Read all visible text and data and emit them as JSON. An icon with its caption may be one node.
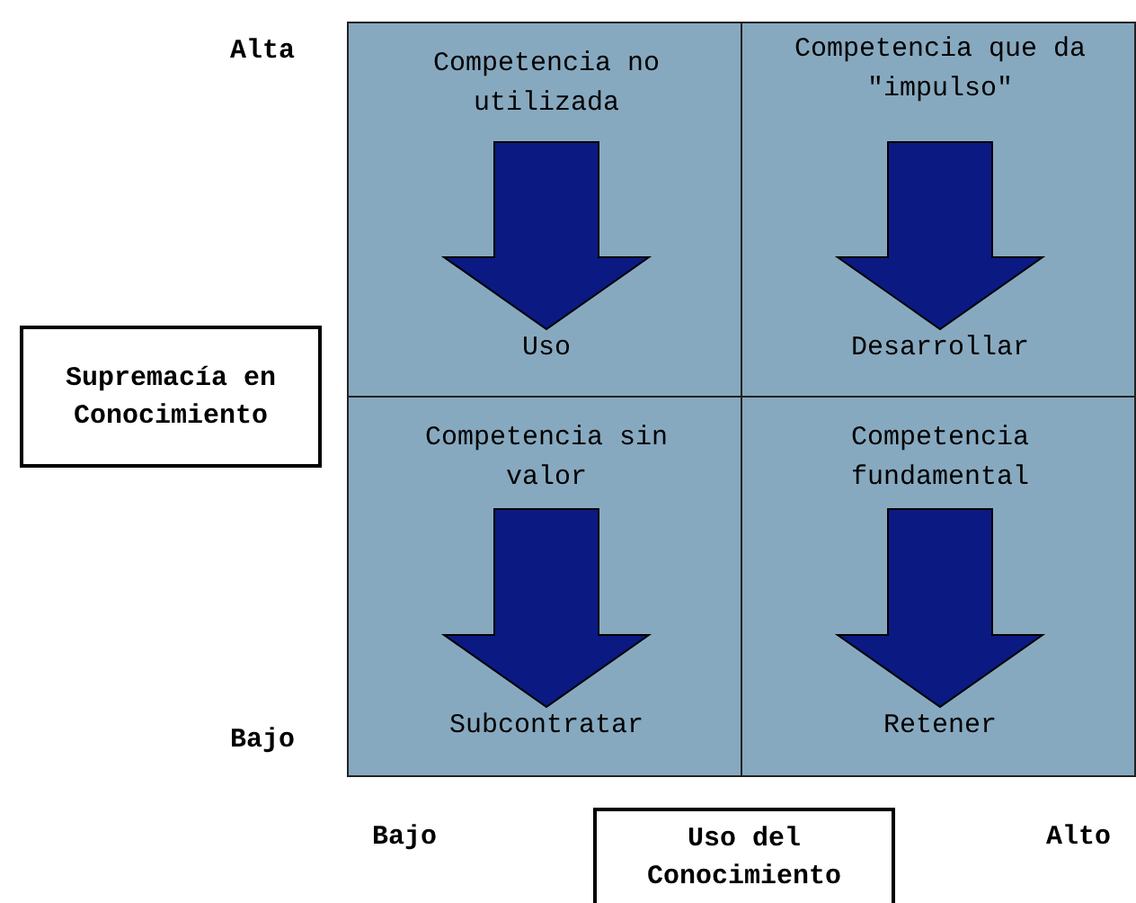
{
  "diagram": {
    "nodes": [
      {
        "text": [],
        "shape": "box"
      },
      {
        "text": [
          "Competencia no utilizada"
        ],
        "in": 0
      },
      {
        "text": [
          "Uso"
        ],
        "in": 0
      },
      {
        "text": [],
        "shape": "box"
      },
      {
        "text": [
          "Competencia que da \"impulso\""
        ],
        "in": 3
      },
      {
        "text": [
          "Desarrollar"
        ],
        "in": 3
      },
      {
        "text": [
          "Supremacía en Conocimiento"
        ]
      },
      {
        "text": [],
        "shape": "box"
      },
      {
        "text": [
          "Competencia sin valor"
        ],
        "in": 7
      },
      {
        "text": [
          "Subcontratar"
        ],
        "in": 7
      },
      {
        "text": [],
        "shape": "box"
      },
      {
        "text": [
          "Competencia fundamental"
        ],
        "in": 10
      },
      {
        "text": [
          "Retener"
        ],
        "in": 10
      },
      {
        "text": [
          "Uso del Conocimiento"
        ]
      }
    ],
    "edges": [
      {
        "from": 1,
        "to": 2,
        "arrow": "to",
        "style": "thick"
      },
      {
        "from": 4,
        "to": 5,
        "arrow": "to",
        "style": "thick"
      },
      {
        "from": 8,
        "to": 9,
        "arrow": "to",
        "style": "thick"
      },
      {
        "from": 11,
        "to": 12,
        "arrow": "to",
        "style": "thick"
      }
    ],
    "labels": [
      "Alta",
      "Bajo",
      "Bajo",
      "Alto"
    ]
  }
}
